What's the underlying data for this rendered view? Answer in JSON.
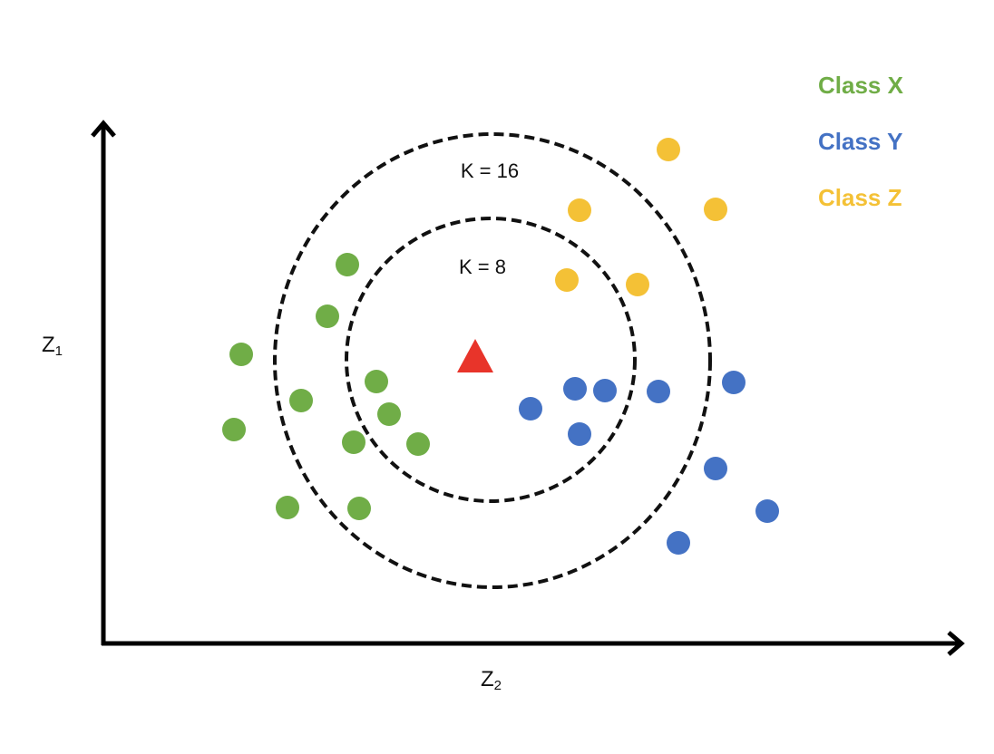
{
  "axes": {
    "x_label": "Z",
    "x_label_sub": "2",
    "y_label": "Z",
    "y_label_sub": "1"
  },
  "rings": [
    {
      "label": "K = 16",
      "k": 16
    },
    {
      "label": "K = 8",
      "k": 8
    }
  ],
  "legend": [
    {
      "label": "Class X",
      "color": "#70ad47"
    },
    {
      "label": "Class Y",
      "color": "#4472c4"
    },
    {
      "label": "Class Z",
      "color": "#f4c136"
    }
  ],
  "colors": {
    "axis": "#000000",
    "ring": "#111111",
    "query": "#e8342a"
  }
}
